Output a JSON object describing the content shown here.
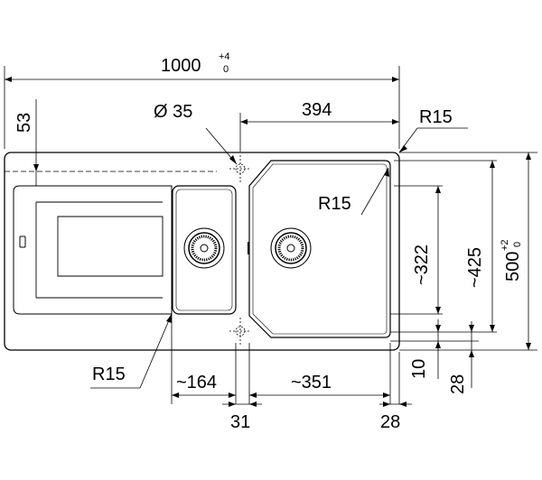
{
  "dimensions": {
    "total_width": {
      "value": "1000",
      "tol_plus": "+4",
      "tol_minus": "0"
    },
    "left_offset": "53",
    "drain_diameter": "Ø 35",
    "main_bowl_width": "394",
    "corner_radius_top": "R15",
    "inner_radius": "R15",
    "corner_radius_bottom": "R15",
    "main_bowl_depth": "~322",
    "inner_depth": "~425",
    "total_depth": {
      "value": "500",
      "tol_plus": "+2",
      "tol_minus": "0"
    },
    "small_bowl_width": "~164",
    "main_bowl_bottom_width": "~351",
    "gap_left": "31",
    "gap_right": "28",
    "bottom_margin_a": "10",
    "bottom_margin_b": "28"
  }
}
